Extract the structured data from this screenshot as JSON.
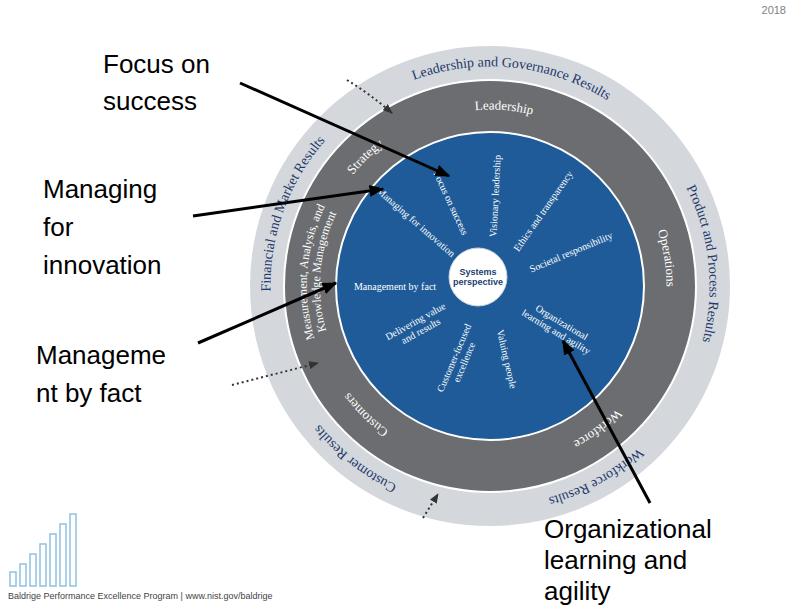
{
  "diagram": {
    "nodes": [
      {
        "text": [
          "Leadership and Governance Results",
          "Product and Process Results",
          "Workforce Results",
          "Customer Results",
          "Financial and Market Results"
        ]
      },
      {
        "text": [
          "Leadership",
          "Operations",
          "Workforce",
          "Customers",
          "Measurement, Analysis, and Knowledge Management",
          "Strategy"
        ],
        "in": 0
      },
      {
        "text": [
          "Visionary leadership",
          "Ethics and transparency",
          "Societal responsibility",
          "Organizational learning and agility",
          "Valuing people",
          "Customer-focused excellence",
          "Delivering value and results",
          "Management by fact",
          "Managing for innovation",
          "Focus on success"
        ],
        "in": 1
      },
      {
        "text": [
          "Systems perspective"
        ],
        "in": 2
      }
    ],
    "labels": [
      "2018",
      "Focus on success",
      "Managing for innovation",
      "Management by fact",
      "Organizational learning and agility",
      "Baldrige Performance Excellence Program | www.nist.gov/baldrige"
    ]
  }
}
